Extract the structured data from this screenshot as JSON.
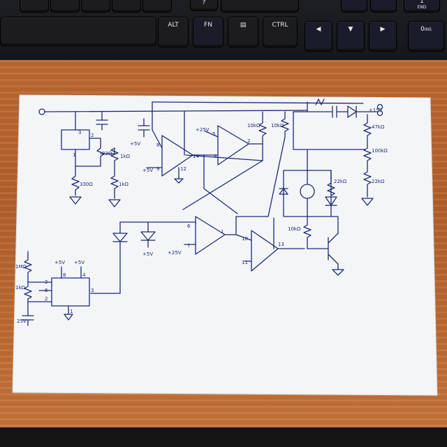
{
  "keyboard": {
    "keys": [
      "ALT",
      "FN",
      "CTRL",
      "◀",
      "▼",
      "▶",
      "0"
    ],
    "top_keys": [
      "?",
      "1"
    ],
    "sub_labels": [
      "END",
      "INS"
    ]
  },
  "schematic": {
    "labels": {
      "plus5v_a": "+5V",
      "plus5v_b": "+5V",
      "plus5v_c": "+5V",
      "plus5v_d": "+5V",
      "plus5v_e": "+5V",
      "plus25v_a": "+25V",
      "plus25v_b": "+25V",
      "plus15v": "+15V",
      "minus25v": "25V",
      "r_330": "330Ω",
      "r_1k_a": "1kΩ",
      "r_1k_b": "1kΩ",
      "r_1k_c": "1kΩ",
      "r_10k_a": "10kΩ",
      "r_10k_b": "10kΩ",
      "r_10k_c": "10kΩ",
      "r_47k": "47kΩ",
      "r_100k": "100kΩ",
      "r_22k_a": "22kΩ",
      "r_22k_b": "22kΩ",
      "r_1m": "1MΩ",
      "r_22": "22Ω",
      "pin_3a": "3",
      "pin_2a": "2",
      "pin_1a": "1",
      "pin_8": "8",
      "pin_9": "9",
      "pin_14": "14",
      "pin_12": "12",
      "pin_5": "5",
      "pin_4": "4",
      "pin_2b": "2",
      "pin_6": "6",
      "pin_7": "7",
      "pin_1b": "1",
      "pin_10": "10",
      "pin_11": "11",
      "pin_13": "13",
      "pin_2c": "2",
      "pin_6b": "6",
      "pin_2d": "2",
      "pin_8b": "8",
      "pin_4b": "4",
      "pin_3b": "3",
      "pin_1c": "1"
    }
  }
}
